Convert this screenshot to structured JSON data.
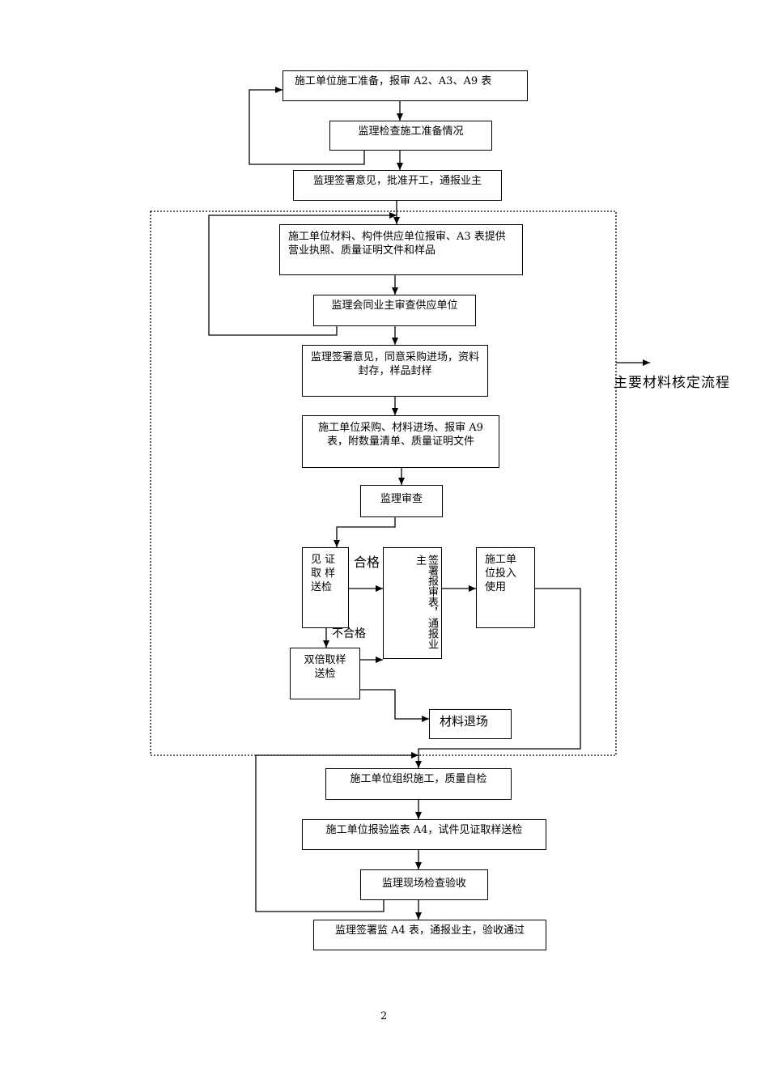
{
  "title_side": "主要材料核定流程",
  "labels": {
    "pass": "合格",
    "fail": "不合格"
  },
  "boxes": {
    "b1": "施工单位施工准备，报审 A2、A3、A9 表",
    "b2": "监理检查施工准备情况",
    "b3": "监理签署意见，批准开工，通报业主",
    "b4": "施工单位材料、构件供应单位报审、A3 表提供营业执照、质量证明文件和样品",
    "b5": "监理会同业主审查供应单位",
    "b6": "监理签署意见，同意采购进场，资料封存，样品封样",
    "b7": "施工单位采购、材料进场、报审 A9 表，附数量清单、质量证明文件",
    "b8": "监理审查",
    "b9": "见 证 取 样 送检",
    "b10": "签署报审表，通报业主",
    "b11": "施工单位投入使用",
    "b12": "双倍取样送检",
    "b13": "材料退场",
    "b14": "施工单位组织施工，质量自检",
    "b15": "施工单位报验监表 A4，试件见证取样送检",
    "b16": "监理现场检查验收",
    "b17": "监理签署监 A4 表，通报业主，验收通过"
  },
  "page_number": "2"
}
